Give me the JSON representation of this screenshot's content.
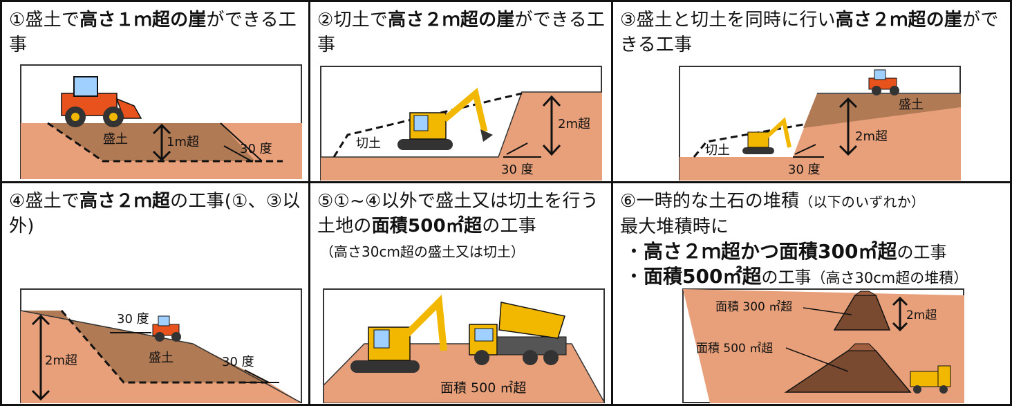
{
  "panels": [
    {
      "num": "①",
      "pre": "盛土で",
      "bold": "高さ１ｍ超の崖",
      "post": "ができる工事",
      "labels": {
        "fill": "盛土",
        "height": "1m超",
        "angle": "30 度"
      }
    },
    {
      "num": "②",
      "pre": "切土で",
      "bold": "高さ２ｍ超の崖",
      "post": "ができる工事",
      "labels": {
        "cut": "切土",
        "height": "2m超",
        "angle": "30 度"
      }
    },
    {
      "num": "③",
      "pre": "盛土と切土を同時に行い",
      "bold": "高さ２ｍ超の崖",
      "post": "ができる工事",
      "labels": {
        "fill": "盛土",
        "cut": "切土",
        "height": "2m超",
        "angle": "30 度"
      }
    },
    {
      "num": "④",
      "pre": "盛土で",
      "bold": "高さ２ｍ超",
      "post": "の工事(①、③以外)",
      "labels": {
        "fill": "盛土",
        "height": "2m超",
        "angle1": "30 度",
        "angle2": "30 度"
      }
    },
    {
      "num": "⑤",
      "pre": "①~④以外で盛土又は切土を行う土地の",
      "bold": "面積500㎡超",
      "post": "の工事",
      "sub": "（高さ30cm超の盛土又は切土）",
      "labels": {
        "area": "面積 500 ㎡超"
      }
    },
    {
      "num": "⑥",
      "pre": "一時的な土石の堆積",
      "sub_inline": "（以下のいずれか）",
      "line2": "最大堆積時に",
      "bullet1": {
        "dot": "・",
        "bold": "高さ２ｍ超かつ面積300㎡超",
        "post": "の工事"
      },
      "bullet2": {
        "dot": "・",
        "bold": "面積500㎡超",
        "post": "の工事",
        "small": "（高さ30cm超の堆積）"
      },
      "labels": {
        "area1": "面積 300 ㎡超",
        "area2": "面積 500 ㎡超",
        "height": "2m超"
      }
    }
  ],
  "colors": {
    "soil": "#e8a07a",
    "fill": "#b07a55",
    "dark": "#6b3a22",
    "machine": "#f2b800",
    "loader": "#e8521c",
    "sky": "#ffffff"
  }
}
